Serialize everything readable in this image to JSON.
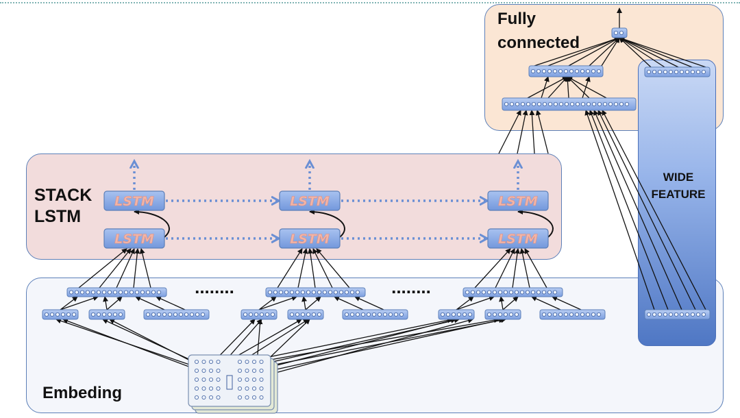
{
  "labels": {
    "stack_lstm": "STACK\nLSTM",
    "embedding": "Embeding",
    "fully_connected": "Fully\nconnected",
    "wide_feature": "WIDE\nFEATURE"
  },
  "lstm_cell_text": "LSTM",
  "separator_dots": "........",
  "colors": {
    "embedding_panel": "#f4f6fb",
    "lstm_panel": "#f2dcdc",
    "fc_panel": "#fbe6d4",
    "wide_panel": "#4f77c4",
    "node_bar": "#8fb0ea",
    "lstm_cell": "#8fb0ea",
    "arrow_dotted": "#6a8fd4"
  }
}
